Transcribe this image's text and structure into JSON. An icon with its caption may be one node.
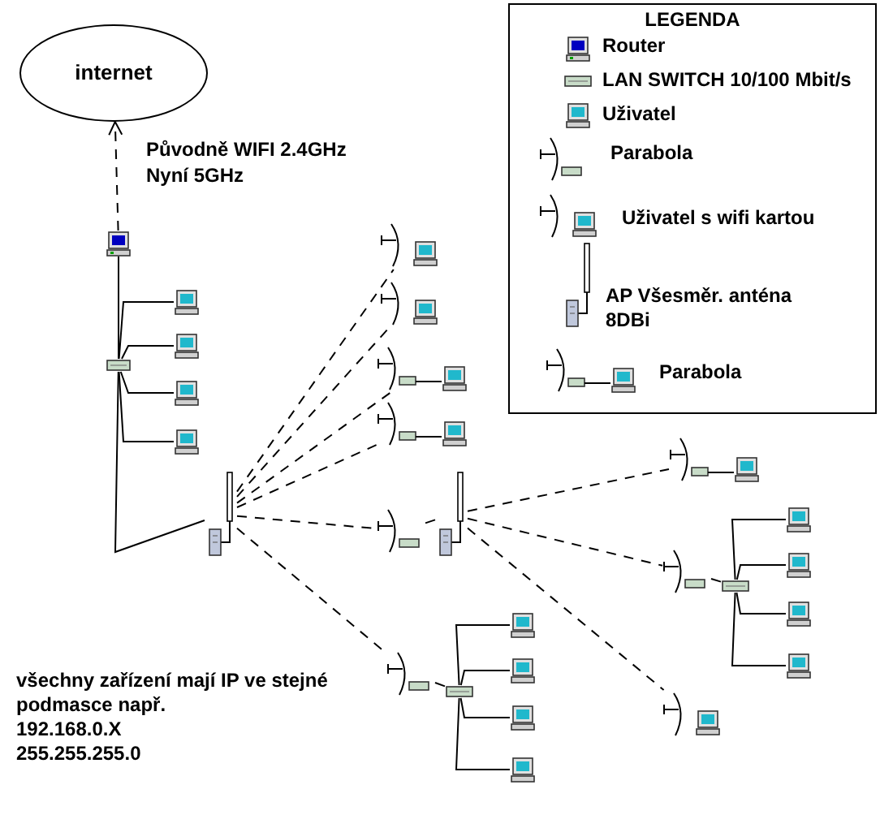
{
  "diagram": {
    "nodes": [
      {
        "text": [
          "internet"
        ]
      },
      {
        "text": [],
        "shape": "router"
      },
      {
        "text": [],
        "shape": "switch"
      },
      {
        "text": [],
        "shape": "computer"
      },
      {
        "text": [],
        "shape": "computer"
      },
      {
        "text": [],
        "shape": "computer"
      },
      {
        "text": [],
        "shape": "computer"
      },
      {
        "text": [],
        "shape": "antenna"
      },
      {
        "text": [],
        "shape": "dish"
      },
      {
        "text": [],
        "shape": "dish"
      },
      {
        "text": [],
        "shape": "dish"
      },
      {
        "text": [],
        "shape": "dish"
      },
      {
        "text": [],
        "shape": "dish"
      },
      {
        "text": [],
        "shape": "antenna"
      },
      {
        "text": [],
        "shape": "dish"
      },
      {
        "text": [],
        "shape": "switch"
      },
      {
        "text": [],
        "shape": "computer"
      },
      {
        "text": [],
        "shape": "computer"
      },
      {
        "text": [],
        "shape": "computer"
      },
      {
        "text": [],
        "shape": "computer"
      },
      {
        "text": [],
        "shape": "dish"
      },
      {
        "text": [],
        "shape": "dish"
      },
      {
        "text": [],
        "shape": "switch"
      },
      {
        "text": [],
        "shape": "computer"
      },
      {
        "text": [],
        "shape": "computer"
      },
      {
        "text": [],
        "shape": "computer"
      },
      {
        "text": [],
        "shape": "computer"
      },
      {
        "text": [],
        "shape": "dish"
      }
    ],
    "edges": [
      {
        "from": 1,
        "to": 0,
        "arrow": "to",
        "style": "dashed",
        "label": "Původně WIFI 2.4GHz Nyní 5GHz"
      },
      {
        "from": 1,
        "to": 2,
        "arrow": "none"
      },
      {
        "from": 2,
        "to": 7,
        "arrow": "none"
      },
      {
        "from": 2,
        "to": 3,
        "arrow": "none"
      },
      {
        "from": 2,
        "to": 4,
        "arrow": "none"
      },
      {
        "from": 2,
        "to": 5,
        "arrow": "none"
      },
      {
        "from": 2,
        "to": 6,
        "arrow": "none"
      },
      {
        "from": 7,
        "to": 8,
        "arrow": "none",
        "style": "dashed"
      },
      {
        "from": 7,
        "to": 9,
        "arrow": "none",
        "style": "dashed"
      },
      {
        "from": 7,
        "to": 10,
        "arrow": "none",
        "style": "dashed"
      },
      {
        "from": 7,
        "to": 11,
        "arrow": "none",
        "style": "dashed"
      },
      {
        "from": 7,
        "to": 12,
        "arrow": "none",
        "style": "dashed"
      },
      {
        "from": 7,
        "to": 14,
        "arrow": "none",
        "style": "dashed"
      },
      {
        "from": 12,
        "to": 13,
        "arrow": "none"
      },
      {
        "from": 13,
        "to": 20,
        "arrow": "none",
        "style": "dashed"
      },
      {
        "from": 13,
        "to": 21,
        "arrow": "none",
        "style": "dashed"
      },
      {
        "from": 13,
        "to": 27,
        "arrow": "none",
        "style": "dashed"
      },
      {
        "from": 14,
        "to": 15,
        "arrow": "none"
      },
      {
        "from": 15,
        "to": 16,
        "arrow": "none"
      },
      {
        "from": 15,
        "to": 17,
        "arrow": "none"
      },
      {
        "from": 15,
        "to": 18,
        "arrow": "none"
      },
      {
        "from": 15,
        "to": 19,
        "arrow": "none"
      },
      {
        "from": 21,
        "to": 22,
        "arrow": "none"
      },
      {
        "from": 22,
        "to": 23,
        "arrow": "none"
      },
      {
        "from": 22,
        "to": 24,
        "arrow": "none"
      },
      {
        "from": 22,
        "to": 25,
        "arrow": "none"
      },
      {
        "from": 22,
        "to": 26,
        "arrow": "none"
      }
    ],
    "labels": [
      "LEGENDA",
      "všechny zařízení mají IP ve stejné podmasce např.",
      "192.168.0.X",
      "255.255.255.0"
    ],
    "legend": [
      {
        "text": "Router"
      },
      {
        "text": "LAN SWITCH 10/100 Mbit/s"
      },
      {
        "text": "Uživatel"
      },
      {
        "text": "Parabola"
      },
      {
        "text": "Uživatel s wifi kartou"
      },
      {
        "text": "AP Všesměr. anténa 8DBi"
      },
      {
        "text": "Parabola"
      }
    ]
  }
}
